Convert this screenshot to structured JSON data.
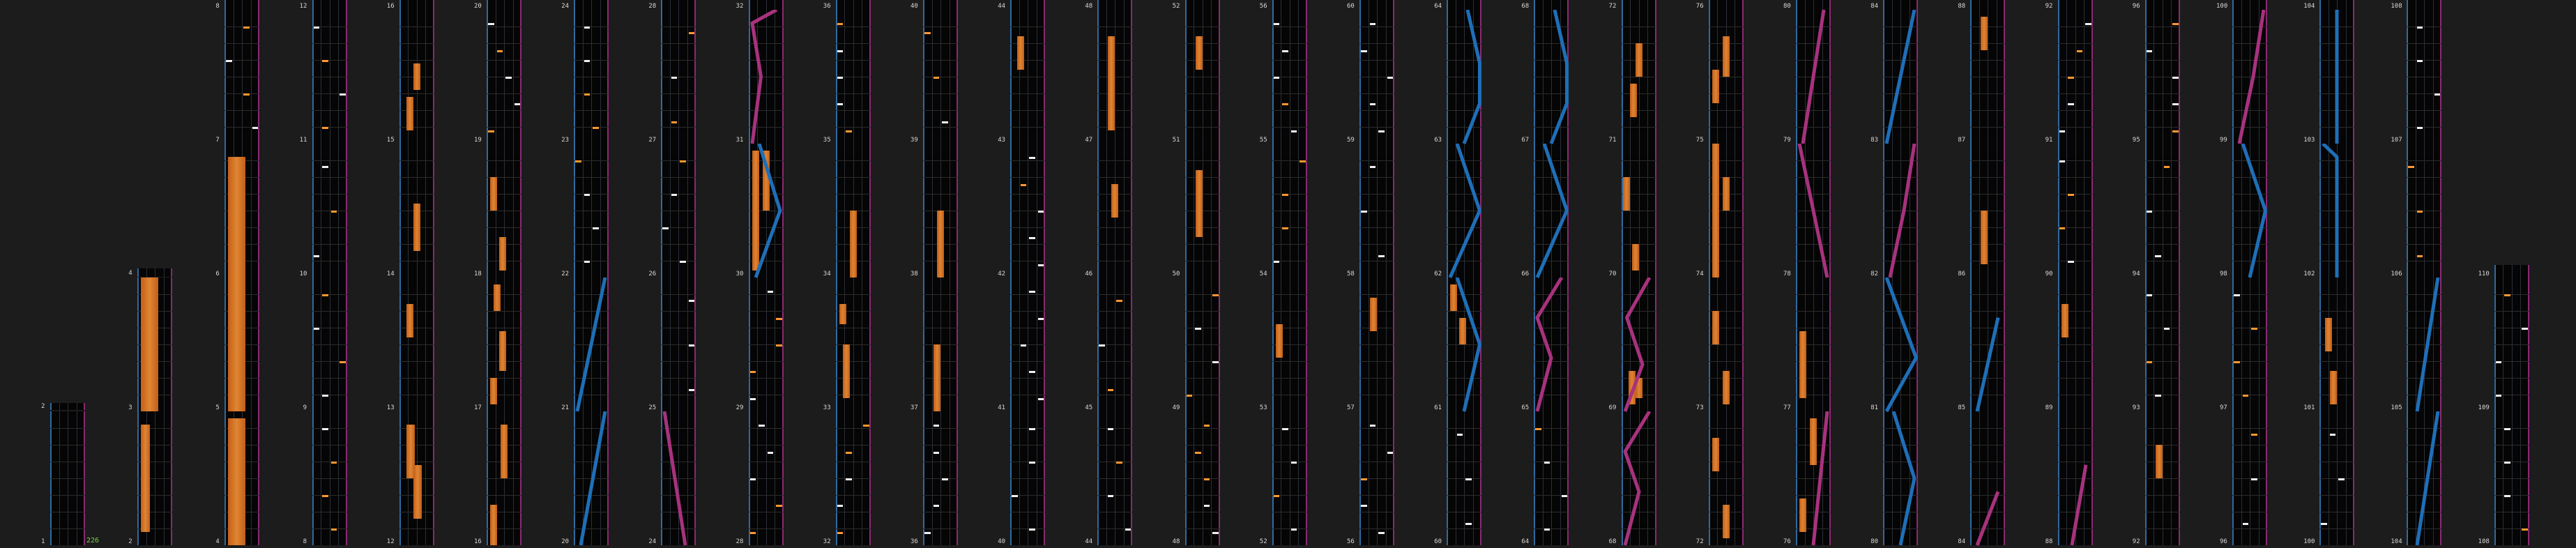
{
  "page": {
    "background": "#1c1c1c"
  },
  "colors": {
    "measure_bg": "#050505",
    "left_border": "#2f6aa0",
    "right_border": "#8a2a72",
    "tap": "#f0f0f0",
    "tap_accent": "#ff9830",
    "hold": "#d0702a",
    "slide_blue": "#1e6fb8",
    "slide_magenta": "#a8327e",
    "info_text": "#7cd04a"
  },
  "chart_info": {
    "combo_label": "226"
  },
  "measure_numbers": [
    "1",
    "2",
    "3",
    "4",
    "5",
    "6",
    "7",
    "8",
    "9",
    "10",
    "11",
    "12",
    "13",
    "14",
    "15",
    "16",
    "17",
    "18",
    "19",
    "20",
    "21",
    "22",
    "23",
    "24",
    "25",
    "26",
    "27",
    "28",
    "29",
    "30",
    "31",
    "32",
    "33",
    "34",
    "35",
    "36",
    "37",
    "38",
    "39",
    "40",
    "41",
    "42",
    "43",
    "44",
    "45",
    "46",
    "47",
    "48",
    "49",
    "50",
    "51",
    "52",
    "53",
    "54",
    "55",
    "56",
    "57",
    "58",
    "59",
    "60",
    "61",
    "62",
    "63",
    "64",
    "65",
    "66",
    "67",
    "68",
    "69",
    "70",
    "71",
    "72",
    "73",
    "74",
    "75",
    "76",
    "77",
    "78",
    "79",
    "80",
    "81",
    "82",
    "83",
    "84",
    "85",
    "86",
    "87",
    "88",
    "89",
    "90",
    "91",
    "92",
    "93",
    "94",
    "95",
    "96",
    "97",
    "98",
    "99",
    "100",
    "101",
    "102",
    "103",
    "104",
    "105",
    "106",
    "107",
    "108",
    "109",
    "110"
  ],
  "columns": [
    {
      "measures": [
        "1",
        "2"
      ]
    },
    {
      "measures": [
        "2",
        "3",
        "4"
      ]
    },
    {
      "measures": [
        "4",
        "5",
        "6",
        "7",
        "8"
      ]
    },
    {
      "measures": [
        "8",
        "9",
        "10",
        "11",
        "12"
      ]
    },
    {
      "measures": [
        "12",
        "13",
        "14",
        "15",
        "16"
      ]
    },
    {
      "measures": [
        "16",
        "17",
        "18",
        "19",
        "20"
      ]
    },
    {
      "measures": [
        "20",
        "21",
        "22",
        "23",
        "24"
      ]
    },
    {
      "measures": [
        "24",
        "25",
        "26",
        "27",
        "28"
      ]
    },
    {
      "measures": [
        "28",
        "29",
        "30",
        "31",
        "32"
      ]
    },
    {
      "measures": [
        "32",
        "33",
        "34",
        "35",
        "36"
      ]
    },
    {
      "measures": [
        "36",
        "37",
        "38",
        "39",
        "40"
      ]
    },
    {
      "measures": [
        "40",
        "41",
        "42",
        "43",
        "44"
      ]
    },
    {
      "measures": [
        "44",
        "45",
        "46",
        "47",
        "48"
      ]
    },
    {
      "measures": [
        "48",
        "49",
        "50",
        "51",
        "52"
      ]
    },
    {
      "measures": [
        "52",
        "53",
        "54",
        "55",
        "56"
      ]
    },
    {
      "measures": [
        "56",
        "57",
        "58",
        "59",
        "60"
      ]
    },
    {
      "measures": [
        "60",
        "61",
        "62",
        "63",
        "64"
      ]
    },
    {
      "measures": [
        "64",
        "65",
        "66",
        "67",
        "68"
      ]
    },
    {
      "measures": [
        "68",
        "69",
        "70",
        "71",
        "72"
      ]
    },
    {
      "measures": [
        "72",
        "73",
        "74",
        "75",
        "76"
      ]
    },
    {
      "measures": [
        "76",
        "77",
        "78",
        "79",
        "80"
      ]
    },
    {
      "measures": [
        "80",
        "81",
        "82",
        "83",
        "84"
      ]
    },
    {
      "measures": [
        "84",
        "85",
        "86",
        "87",
        "88"
      ]
    },
    {
      "measures": [
        "88",
        "89",
        "90",
        "91",
        "92"
      ]
    },
    {
      "measures": [
        "92",
        "93",
        "94",
        "95",
        "96"
      ]
    },
    {
      "measures": [
        "96",
        "97",
        "98",
        "99",
        "100"
      ]
    },
    {
      "measures": [
        "100",
        "101",
        "102",
        "103",
        "104"
      ]
    },
    {
      "measures": [
        "104",
        "105",
        "106",
        "107",
        "108"
      ]
    },
    {
      "measures": [
        "108",
        "109",
        "110"
      ]
    }
  ]
}
